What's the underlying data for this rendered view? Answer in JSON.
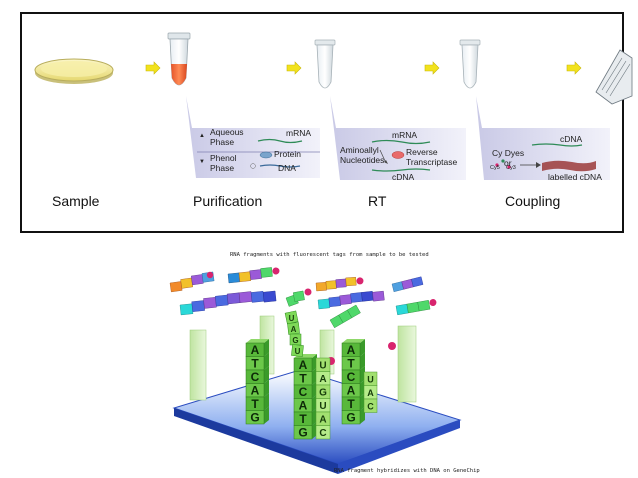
{
  "workflow": {
    "stages": [
      {
        "label": "Sample"
      },
      {
        "label": "Purification"
      },
      {
        "label": "RT"
      },
      {
        "label": "Coupling"
      }
    ],
    "purification_panel": {
      "aqueous_phase": "Aqueous\nPhase",
      "phenol_phase": "Phenol\nPhase",
      "mrna": "mRNA",
      "protein": "Protein",
      "dna": "DNA"
    },
    "rt_panel": {
      "mrna": "mRNA",
      "aminoallyl": "Aminoallyl\nNucleotides",
      "reverse_transcriptase": "Reverse\nTranscriptase",
      "cdna": "cDNA"
    },
    "coupling_panel": {
      "cdna": "cDNA",
      "cy_dyes": "Cy Dyes",
      "or": "or",
      "cy5": "Cy5",
      "cy3": "Cy3",
      "labelled_cdna": "labelled cDNA"
    }
  },
  "genechip": {
    "caption_top": "RNA fragments with fluorescent tags from sample to be tested",
    "caption_bottom": "RNA fragment hybridizes with DNA on GeneChip",
    "probe_columns": [
      {
        "letters": [
          "A",
          "T",
          "C",
          "A",
          "T",
          "G"
        ]
      },
      {
        "letters": [
          "A",
          "T",
          "C",
          "A",
          "T",
          "G"
        ]
      },
      {
        "letters": [
          "A",
          "T",
          "C",
          "A",
          "T",
          "G"
        ]
      }
    ],
    "hybrid_strands": [
      {
        "letters": [
          "U",
          "A",
          "G",
          "U",
          "A",
          "C"
        ]
      },
      {
        "letters": [
          "U",
          "A",
          "C"
        ]
      }
    ],
    "fragment_letters": [
      "U",
      "A",
      "G",
      "U",
      "A",
      "C"
    ]
  },
  "colors": {
    "frame": "#111111",
    "arrow": "#f2e21c",
    "dish": "#f3ec9b",
    "tube_fill": "#f26a3c",
    "panel": "#dcdcf0",
    "green_dark": "#2e8b1f",
    "green_light": "#9fd86a",
    "chip_blue": "#3c5fd0",
    "bead": "#d8246e"
  }
}
